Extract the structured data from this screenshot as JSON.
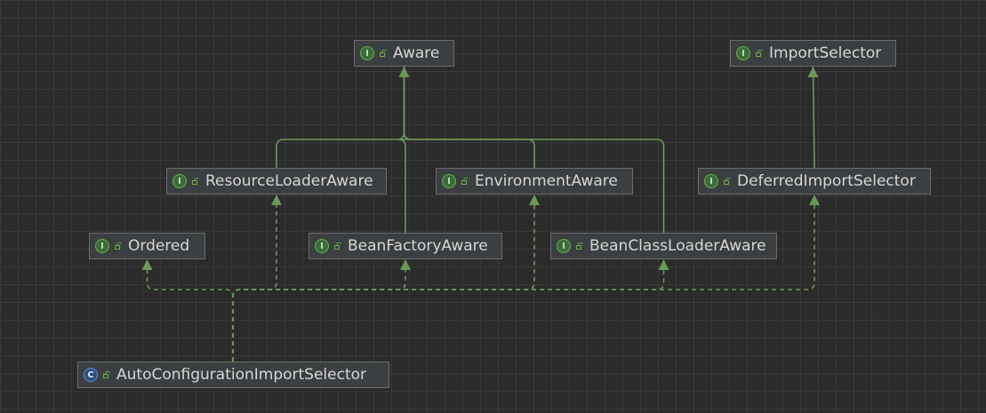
{
  "colors": {
    "background": "#2b2b2b",
    "edge": "#6a9955",
    "interface_badge": "#62b543",
    "class_badge": "#5a8ee0"
  },
  "icons": {
    "interface": "interface-icon",
    "class": "class-icon",
    "public": "public-access-icon"
  },
  "nodes": [
    {
      "id": "aware",
      "label": "Aware",
      "kind": "interface",
      "badge": "I"
    },
    {
      "id": "import-selector",
      "label": "ImportSelector",
      "kind": "interface",
      "badge": "I"
    },
    {
      "id": "resource-loader-aware",
      "label": "ResourceLoaderAware",
      "kind": "interface",
      "badge": "I"
    },
    {
      "id": "environment-aware",
      "label": "EnvironmentAware",
      "kind": "interface",
      "badge": "I"
    },
    {
      "id": "deferred-import-selector",
      "label": "DeferredImportSelector",
      "kind": "interface",
      "badge": "I"
    },
    {
      "id": "ordered",
      "label": "Ordered",
      "kind": "interface",
      "badge": "I"
    },
    {
      "id": "bean-factory-aware",
      "label": "BeanFactoryAware",
      "kind": "interface",
      "badge": "I"
    },
    {
      "id": "bean-class-loader-aware",
      "label": "BeanClassLoaderAware",
      "kind": "interface",
      "badge": "I"
    },
    {
      "id": "auto-configuration-import-selector",
      "label": "AutoConfigurationImportSelector",
      "kind": "class",
      "badge": "C"
    }
  ],
  "edges": [
    {
      "from": "resource-loader-aware",
      "to": "aware",
      "type": "extends"
    },
    {
      "from": "environment-aware",
      "to": "aware",
      "type": "extends"
    },
    {
      "from": "bean-factory-aware",
      "to": "aware",
      "type": "extends"
    },
    {
      "from": "bean-class-loader-aware",
      "to": "aware",
      "type": "extends"
    },
    {
      "from": "deferred-import-selector",
      "to": "import-selector",
      "type": "extends"
    },
    {
      "from": "auto-configuration-import-selector",
      "to": "ordered",
      "type": "implements"
    },
    {
      "from": "auto-configuration-import-selector",
      "to": "resource-loader-aware",
      "type": "implements"
    },
    {
      "from": "auto-configuration-import-selector",
      "to": "bean-factory-aware",
      "type": "implements"
    },
    {
      "from": "auto-configuration-import-selector",
      "to": "environment-aware",
      "type": "implements"
    },
    {
      "from": "auto-configuration-import-selector",
      "to": "bean-class-loader-aware",
      "type": "implements"
    },
    {
      "from": "auto-configuration-import-selector",
      "to": "deferred-import-selector",
      "type": "implements"
    }
  ]
}
